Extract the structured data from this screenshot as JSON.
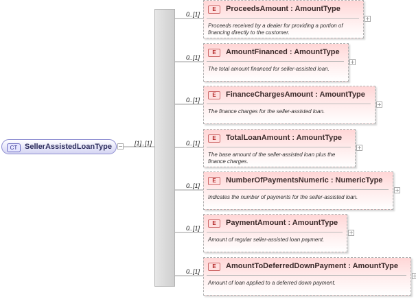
{
  "root": {
    "badge": "CT",
    "name": "SellerAssistedLoanType",
    "multiplicity": "[1]..[1]"
  },
  "elements": [
    {
      "badge": "E",
      "title": "ProceedsAmount : AmountType",
      "multiplicity": "0..[1]",
      "doc": "Proceeds received by a dealer for providing a portion of financing directly to the customer."
    },
    {
      "badge": "E",
      "title": "AmountFinanced : AmountType",
      "multiplicity": "0..[1]",
      "doc": "The total amount financed for seller-assisted loan."
    },
    {
      "badge": "E",
      "title": "FinanceChargesAmount : AmountType",
      "multiplicity": "0..[1]",
      "doc": "The finance charges for the seller-assisted loan."
    },
    {
      "badge": "E",
      "title": "TotalLoanAmount : AmountType",
      "multiplicity": "0..[1]",
      "doc": "The base amount of the seller-assisted loan plus the finance charges."
    },
    {
      "badge": "E",
      "title": "NumberOfPaymentsNumeric : NumericType",
      "multiplicity": "0..[1]",
      "doc": "Indicates the number of payments for the seller-assisted loan."
    },
    {
      "badge": "E",
      "title": "PaymentAmount : AmountType",
      "multiplicity": "0..[1]",
      "doc": "Amount of regular seller-assisted loan payment."
    },
    {
      "badge": "E",
      "title": "AmountToDeferredDownPayment : AmountType",
      "multiplicity": "0..[1]",
      "doc": "Amount of loan applied to a deferred down payment."
    }
  ]
}
